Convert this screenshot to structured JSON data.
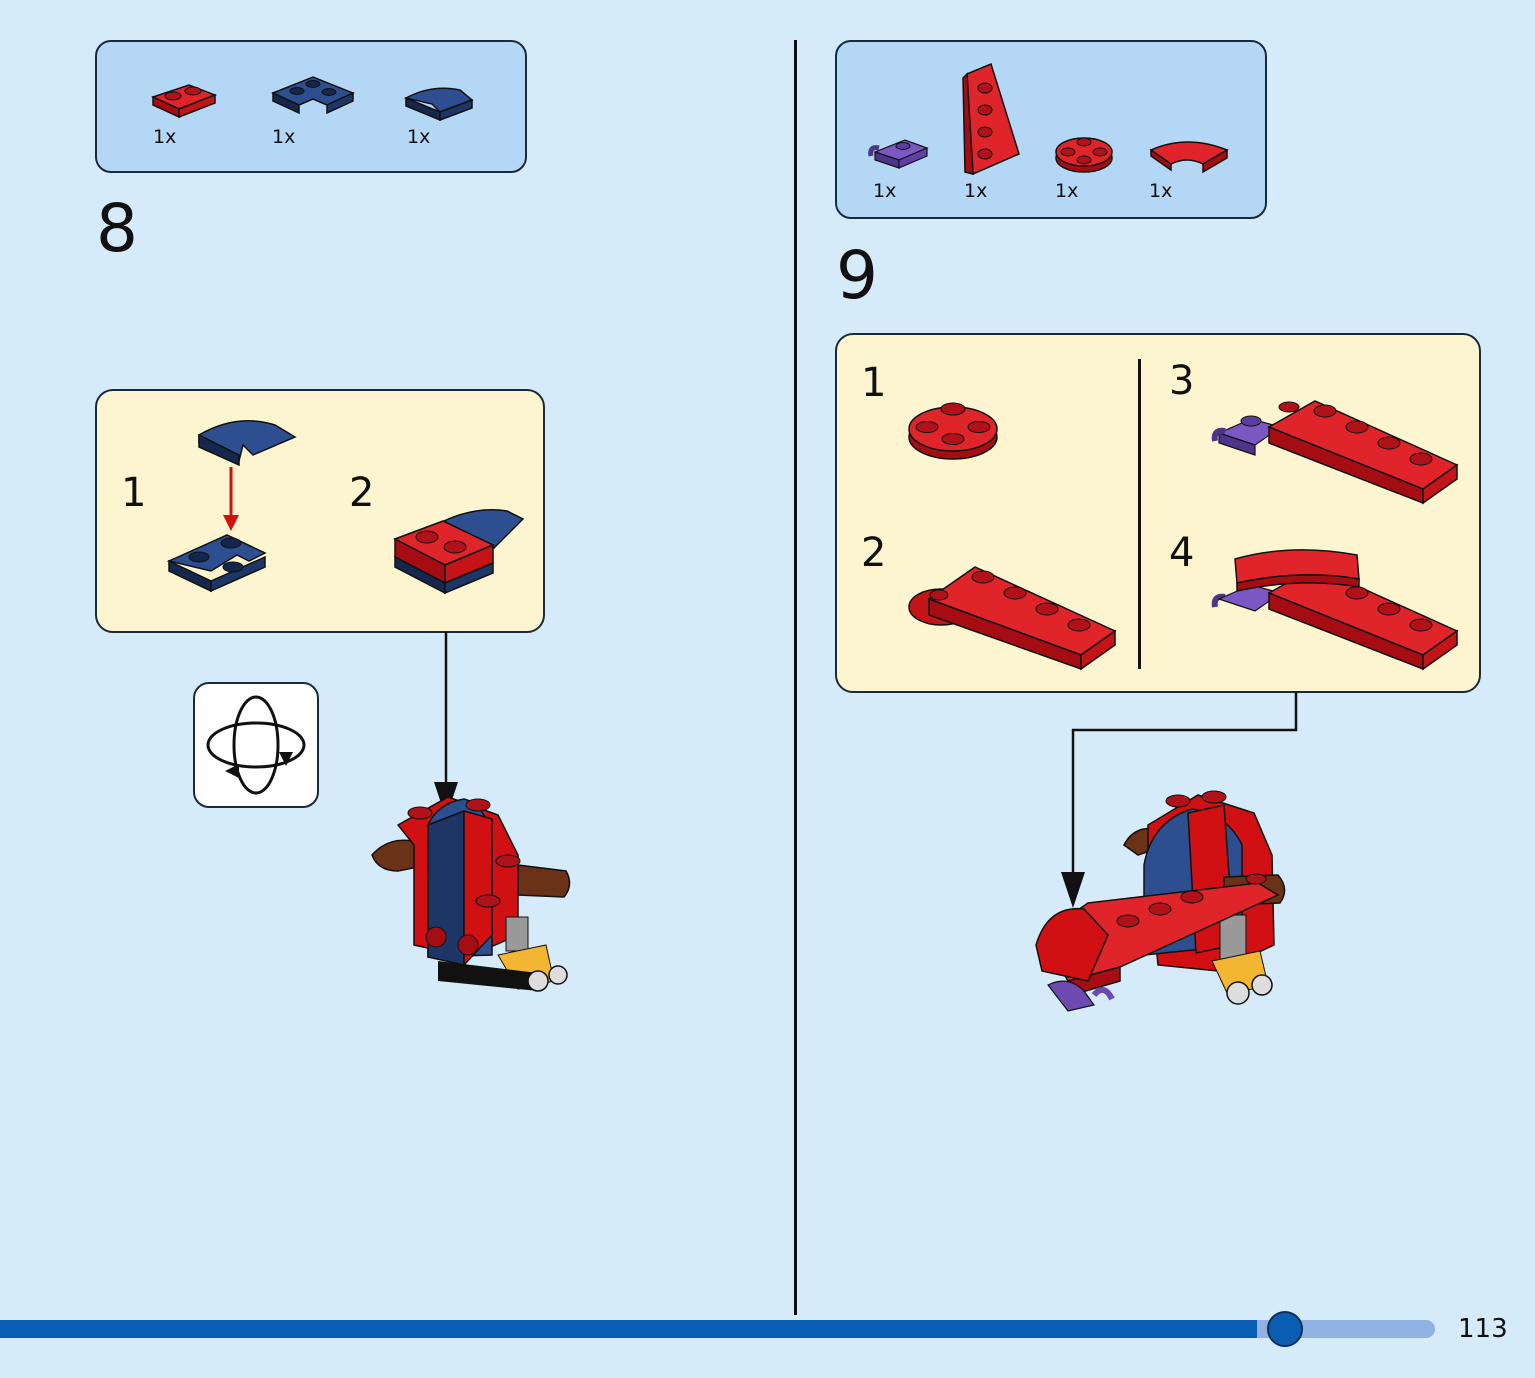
{
  "page": {
    "number": "113",
    "progress": 0.876
  },
  "colors": {
    "background": "#d5ebfa",
    "parts_box": "#b3d7f5",
    "sub_box": "#fdf5cf",
    "brick_red": "#d01012",
    "brick_blue": "#1f3a6e",
    "brick_brown": "#5b2a12",
    "brick_purple": "#6c4ab0",
    "progress": "#0a5fb4"
  },
  "step8": {
    "number": "8",
    "parts": [
      {
        "qty": "1x",
        "icon": "red-plate-1x2"
      },
      {
        "qty": "1x",
        "icon": "blue-corner-plate"
      },
      {
        "qty": "1x",
        "icon": "blue-curved-slope"
      }
    ],
    "substeps": [
      {
        "label": "1"
      },
      {
        "label": "2"
      }
    ],
    "rotate_icon": "rotate-model-icon"
  },
  "step9": {
    "number": "9",
    "parts": [
      {
        "qty": "1x",
        "icon": "purple-clip-plate"
      },
      {
        "qty": "1x",
        "icon": "red-wedge-plate"
      },
      {
        "qty": "1x",
        "icon": "red-round-plate"
      },
      {
        "qty": "1x",
        "icon": "red-curved-tile"
      }
    ],
    "substeps": [
      {
        "label": "1"
      },
      {
        "label": "2"
      },
      {
        "label": "3"
      },
      {
        "label": "4"
      }
    ]
  }
}
